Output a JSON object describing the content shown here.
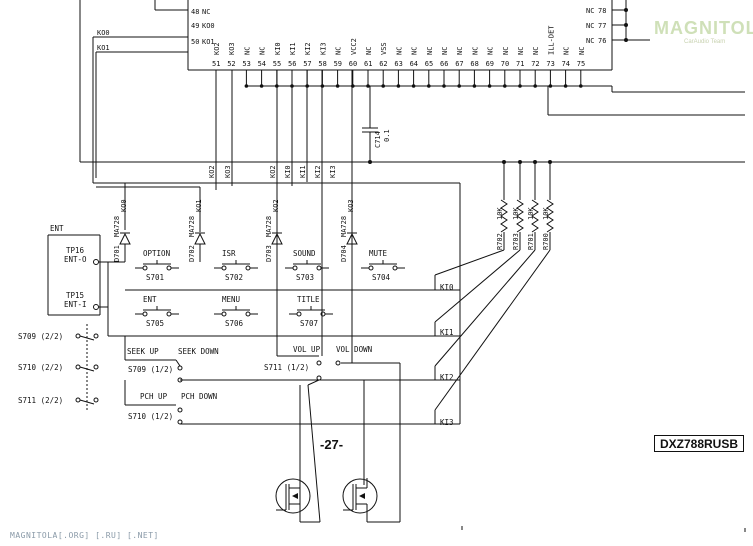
{
  "ic_left_pins": [
    {
      "num": "48",
      "name": "NC"
    },
    {
      "num": "49",
      "name": "KO0"
    },
    {
      "num": "50",
      "name": "KO1"
    }
  ],
  "ic_right_pins": [
    {
      "num": "78",
      "name": "NC"
    },
    {
      "num": "77",
      "name": "NC"
    },
    {
      "num": "76",
      "name": "NC"
    }
  ],
  "ic_bottom_pins": [
    {
      "num": "51",
      "name": "KO2"
    },
    {
      "num": "52",
      "name": "KO3"
    },
    {
      "num": "53",
      "name": "NC"
    },
    {
      "num": "54",
      "name": "NC"
    },
    {
      "num": "55",
      "name": "KI0"
    },
    {
      "num": "56",
      "name": "KI1"
    },
    {
      "num": "57",
      "name": "KI2"
    },
    {
      "num": "58",
      "name": "KI3"
    },
    {
      "num": "59",
      "name": "NC"
    },
    {
      "num": "60",
      "name": "VCC2"
    },
    {
      "num": "61",
      "name": "NC"
    },
    {
      "num": "62",
      "name": "VSS"
    },
    {
      "num": "63",
      "name": "NC"
    },
    {
      "num": "64",
      "name": "NC"
    },
    {
      "num": "65",
      "name": "NC"
    },
    {
      "num": "66",
      "name": "NC"
    },
    {
      "num": "67",
      "name": "NC"
    },
    {
      "num": "68",
      "name": "NC"
    },
    {
      "num": "69",
      "name": "NC"
    },
    {
      "num": "70",
      "name": "NC"
    },
    {
      "num": "71",
      "name": "NC"
    },
    {
      "num": "72",
      "name": "NC"
    },
    {
      "num": "73",
      "name": "ILL-DET"
    },
    {
      "num": "74",
      "name": "NC"
    },
    {
      "num": "75",
      "name": "NC"
    }
  ],
  "wire_labels": {
    "ko0": "KO0",
    "ko1": "KO1"
  },
  "capacitor": {
    "ref": "C714",
    "value": "0.1"
  },
  "lower_ko_labels": [
    "KO2",
    "KO3",
    "KO2",
    "KI0",
    "KI1",
    "KI2",
    "KI3"
  ],
  "diodes": [
    {
      "ref": "D701",
      "part": "MA728",
      "net": "KO0"
    },
    {
      "ref": "D702",
      "part": "MA728",
      "net": "KO1"
    },
    {
      "ref": "D703",
      "part": "MA728",
      "net": "KO2"
    },
    {
      "ref": "D704",
      "part": "MA728",
      "net": "KO3"
    }
  ],
  "resistors": [
    {
      "ref": "R702",
      "value": "10K"
    },
    {
      "ref": "R703",
      "value": "10K"
    },
    {
      "ref": "R701",
      "value": "10K"
    },
    {
      "ref": "R700",
      "value": "10K"
    }
  ],
  "ent": {
    "title": "ENT",
    "tp16": "TP16",
    "tp16_net": "ENT-O",
    "tp15": "TP15",
    "tp15_net": "ENT-I"
  },
  "switches": [
    {
      "name": "OPTION",
      "ref": "S701"
    },
    {
      "name": "ISR",
      "ref": "S702"
    },
    {
      "name": "SOUND",
      "ref": "S703"
    },
    {
      "name": "MUTE",
      "ref": "S704"
    },
    {
      "name": "ENT",
      "ref": "S705"
    },
    {
      "name": "MENU",
      "ref": "S706"
    },
    {
      "name": "TITLE",
      "ref": "S707"
    }
  ],
  "rotary": {
    "s709_22": "S709 (2/2)",
    "s710_22": "S710 (2/2)",
    "s711_22": "S711 (2/2)",
    "seek_up": "SEEK UP",
    "seek_down": "SEEK DOWN",
    "s709_12": "S709 (1/2)",
    "pch_up": "PCH UP",
    "pch_down": "PCH DOWN",
    "s710_12": "S710 (1/2)",
    "vol_up": "VOL UP",
    "vol_down": "VOL DOWN",
    "s711_12": "S711 (1/2)"
  },
  "ki_labels": [
    "KI0",
    "KI1",
    "KI2",
    "KI3"
  ],
  "page_number": "-27-",
  "model": "DXZ788RUSB",
  "footer": "MAGNITOLA[.ORG] [.RU] [.NET]",
  "watermark": {
    "logo": "MAGNITOLA",
    "tag": "CarAudio Team"
  }
}
